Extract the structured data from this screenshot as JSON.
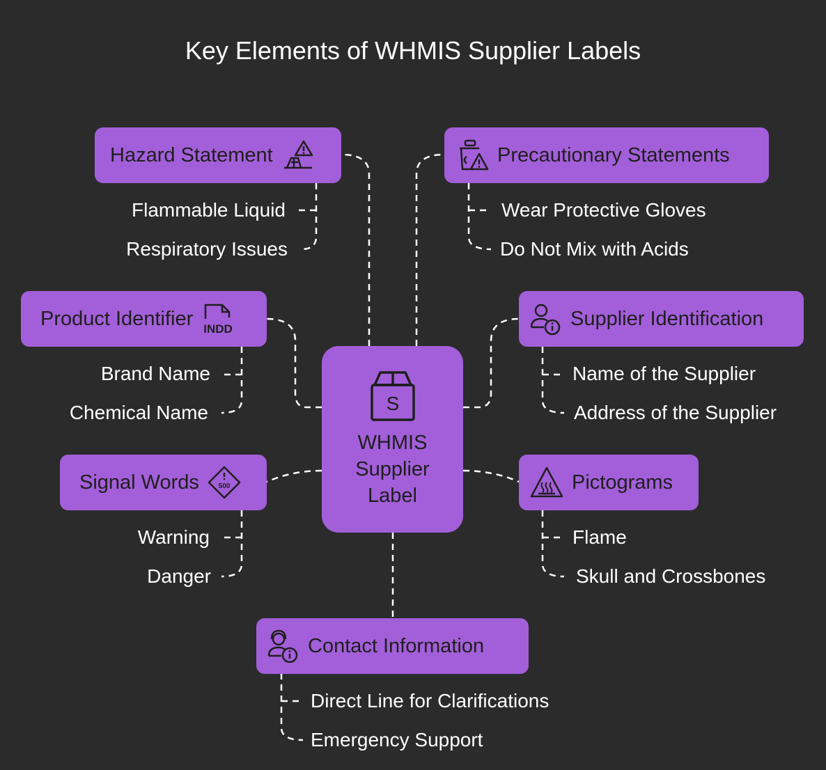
{
  "title": "Key Elements of WHMIS Supplier Labels",
  "center": {
    "label": "WHMIS\nSupplier\nLabel",
    "icon": "box-s-icon"
  },
  "colors": {
    "background": "#2b2b2b",
    "box": "#a35fd9",
    "text": "#ffffff",
    "box_text": "#1e1e1e"
  },
  "nodes": {
    "hazard": {
      "label": "Hazard Statement",
      "icon": "hazard-warning-icon",
      "items": [
        "Flammable Liquid",
        "Respiratory Issues"
      ]
    },
    "precautionary": {
      "label": "Precautionary Statements",
      "icon": "container-warning-icon",
      "items": [
        "Wear Protective Gloves",
        "Do Not Mix with Acids"
      ]
    },
    "product": {
      "label": "Product Identifier",
      "icon": "indd-file-icon",
      "icon_text": "INDD",
      "items": [
        "Brand Name",
        "Chemical Name"
      ]
    },
    "supplier": {
      "label": "Supplier Identification",
      "icon": "person-info-icon",
      "items": [
        "Name of the Supplier",
        "Address of the Supplier"
      ]
    },
    "signal": {
      "label": "Signal Words",
      "icon": "diamond-500-icon",
      "icon_text": "500",
      "items": [
        "Warning",
        "Danger"
      ]
    },
    "pictograms": {
      "label": "Pictograms",
      "icon": "hot-surface-warning-icon",
      "items": [
        "Flame",
        "Skull and Crossbones"
      ]
    },
    "contact": {
      "label": "Contact Information",
      "icon": "support-agent-info-icon",
      "items": [
        "Direct Line for Clarifications",
        "Emergency Support"
      ]
    }
  }
}
